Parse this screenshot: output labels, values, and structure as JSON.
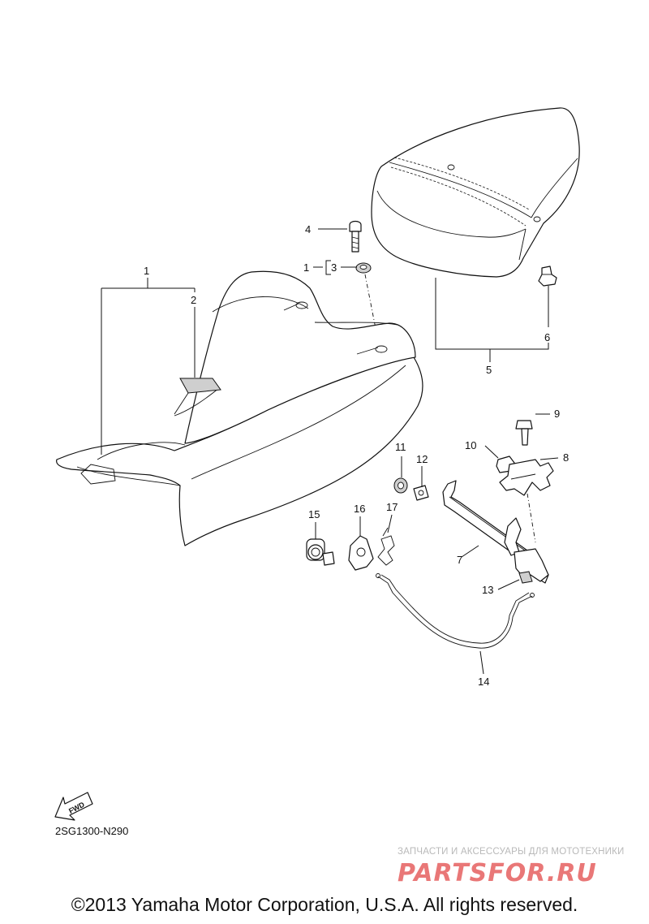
{
  "diagram": {
    "part_labels": {
      "p1a": "1",
      "p1b": "1",
      "p2": "2",
      "p3": "3",
      "p4": "4",
      "p5": "5",
      "p6": "6",
      "p7": "7",
      "p8": "8",
      "p9": "9",
      "p10": "10",
      "p11": "11",
      "p12": "12",
      "p13": "13",
      "p14": "14",
      "p15": "15",
      "p16": "16",
      "p17": "17"
    },
    "fwd_label": "FWD",
    "diagram_code": "2SG1300-N290"
  },
  "watermark": {
    "tagline": "ЗАПЧАСТИ И АКСЕССУАРЫ ДЛЯ МОТОТЕХНИКИ",
    "logo_text": "PARTSFOR.RU",
    "logo_color": "#e24a4a"
  },
  "footer": {
    "copyright": "©2013 Yamaha Motor Corporation, U.S.A. All rights reserved."
  }
}
